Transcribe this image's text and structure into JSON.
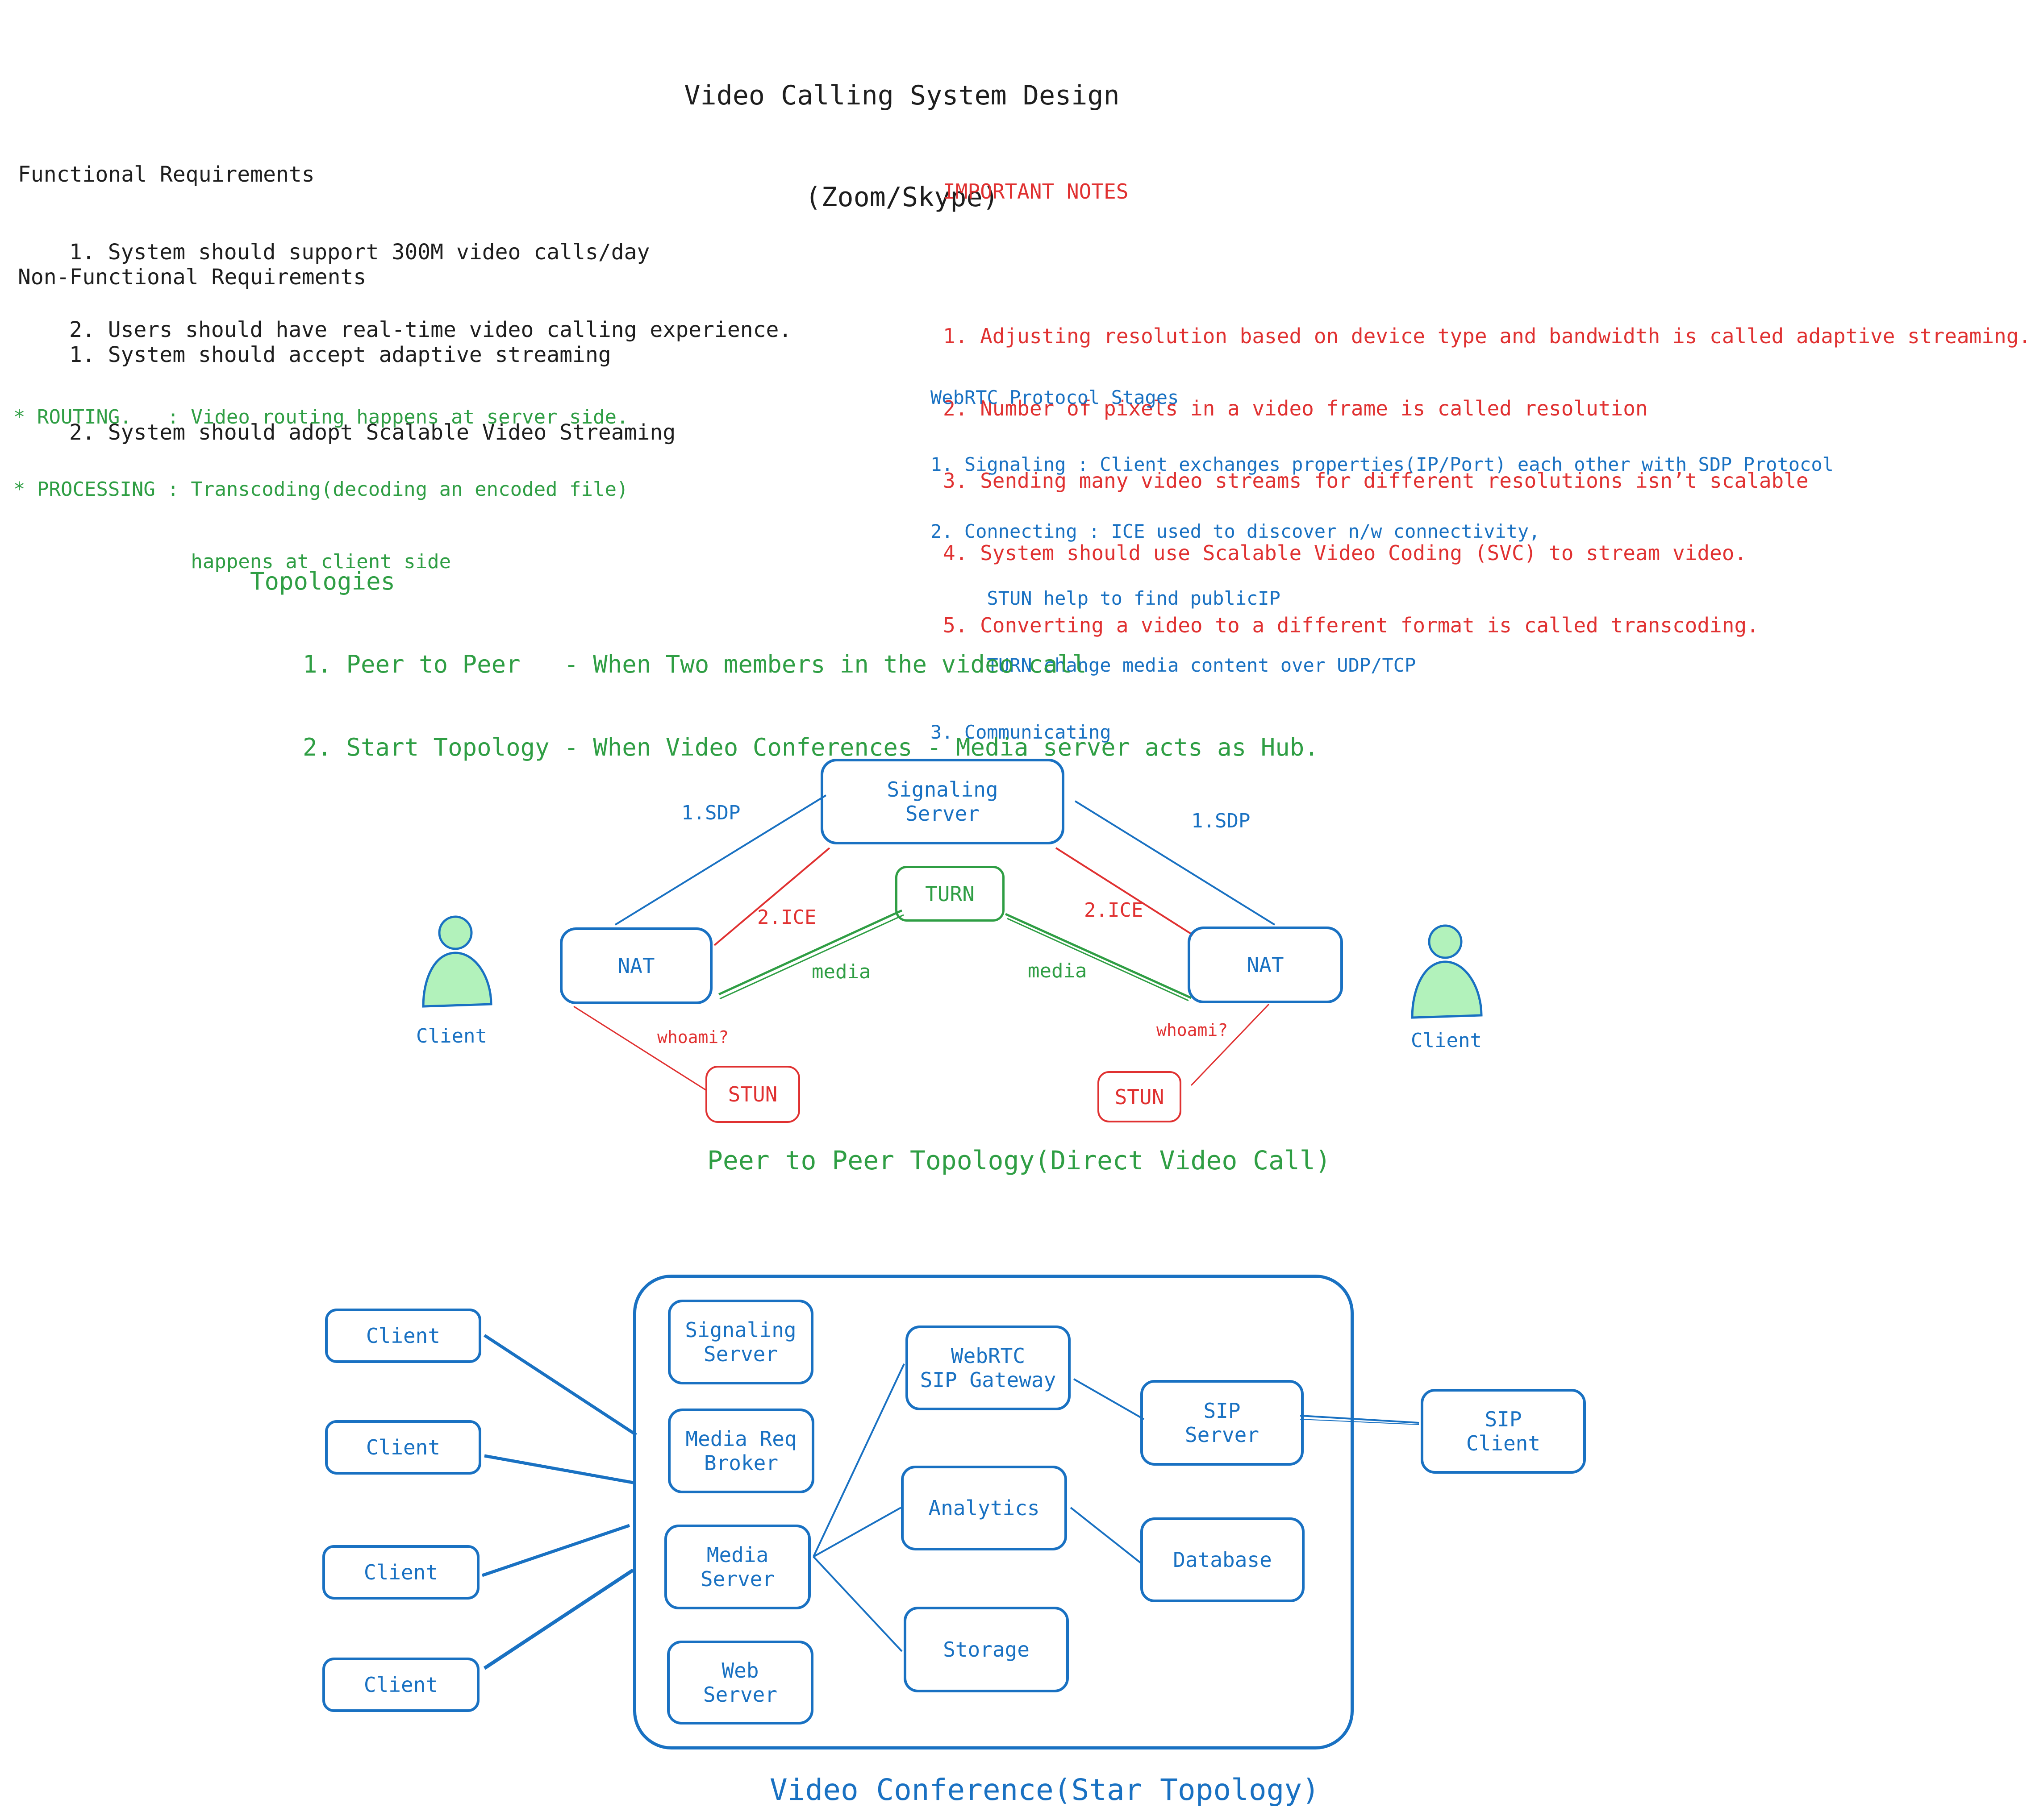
{
  "title": {
    "line1": "Video Calling System Design",
    "line2": "(Zoom/Skype)"
  },
  "functional": {
    "heading": "Functional Requirements",
    "items": [
      "1. System should support 300M video calls/day",
      "2. Users should have real-time video calling experience."
    ]
  },
  "non_functional": {
    "heading": "Non-Functional Requirements",
    "items": [
      "1. System should accept adaptive streaming",
      "2. System should adopt Scalable Video Streaming"
    ]
  },
  "notes_green": {
    "line1": "* ROUTING.   : Video routing happens at server side.",
    "line2": "* PROCESSING : Transcoding(decoding an encoded file)",
    "line3": "               happens at client side"
  },
  "important_notes": {
    "heading": "IMPORTANT NOTES",
    "items": [
      "1. Adjusting resolution based on device type and bandwidth is called adaptive streaming.",
      "2. Number of pixels in a video frame is called resolution",
      "3. Sending many video streams for different resolutions isn’t scalable",
      "4. System should use Scalable Video Coding (SVC) to stream video.",
      "5. Converting a video to a different format is called transcoding."
    ]
  },
  "webrtc": {
    "heading": "WebRTC Protocol Stages",
    "line1": "1. Signaling : Client exchanges properties(IP/Port) each other with SDP Protocol",
    "line2": "2. Connecting : ICE used to discover n/w connectivity,",
    "line3": "     STUN help to find publicIP",
    "line4": "     TURN change media content over UDP/TCP",
    "line5": "3. Communicating"
  },
  "topologies": {
    "heading": "Topologies",
    "item1": "1. Peer to Peer   - When Two members in the video call",
    "item2": "2. Start Topology - When Video Conferences - Media server acts as Hub."
  },
  "p2p": {
    "signaling": "Signaling\nServer",
    "turn": "TURN",
    "nat_left": "NAT",
    "nat_right": "NAT",
    "stun_left": "STUN",
    "stun_right": "STUN",
    "client_left": "Client",
    "client_right": "Client",
    "sdp_left": "1.SDP",
    "sdp_right": "1.SDP",
    "ice_left": "2.ICE",
    "ice_right": "2.ICE",
    "media_left": "media",
    "media_right": "media",
    "whoami_left": "whoami?",
    "whoami_right": "whoami?",
    "caption": "Peer to Peer Topology(Direct Video Call)"
  },
  "star": {
    "clients": [
      "Client",
      "Client",
      "Client",
      "Client"
    ],
    "signaling": "Signaling\nServer",
    "media_req": "Media Req\nBroker",
    "media_server": "Media\nServer",
    "web_server": "Web\nServer",
    "webrtc_gw": "WebRTC\nSIP Gateway",
    "analytics": "Analytics",
    "storage": "Storage",
    "sip_server": "SIP\nServer",
    "database": "Database",
    "sip_client": "SIP\nClient",
    "caption": "Video Conference(Star Topology)"
  },
  "colors": {
    "blue": "#1971c2",
    "red": "#e03131",
    "green": "#2f9e44",
    "person_fill": "#b2f2bb",
    "text": "#1e1e1e"
  }
}
